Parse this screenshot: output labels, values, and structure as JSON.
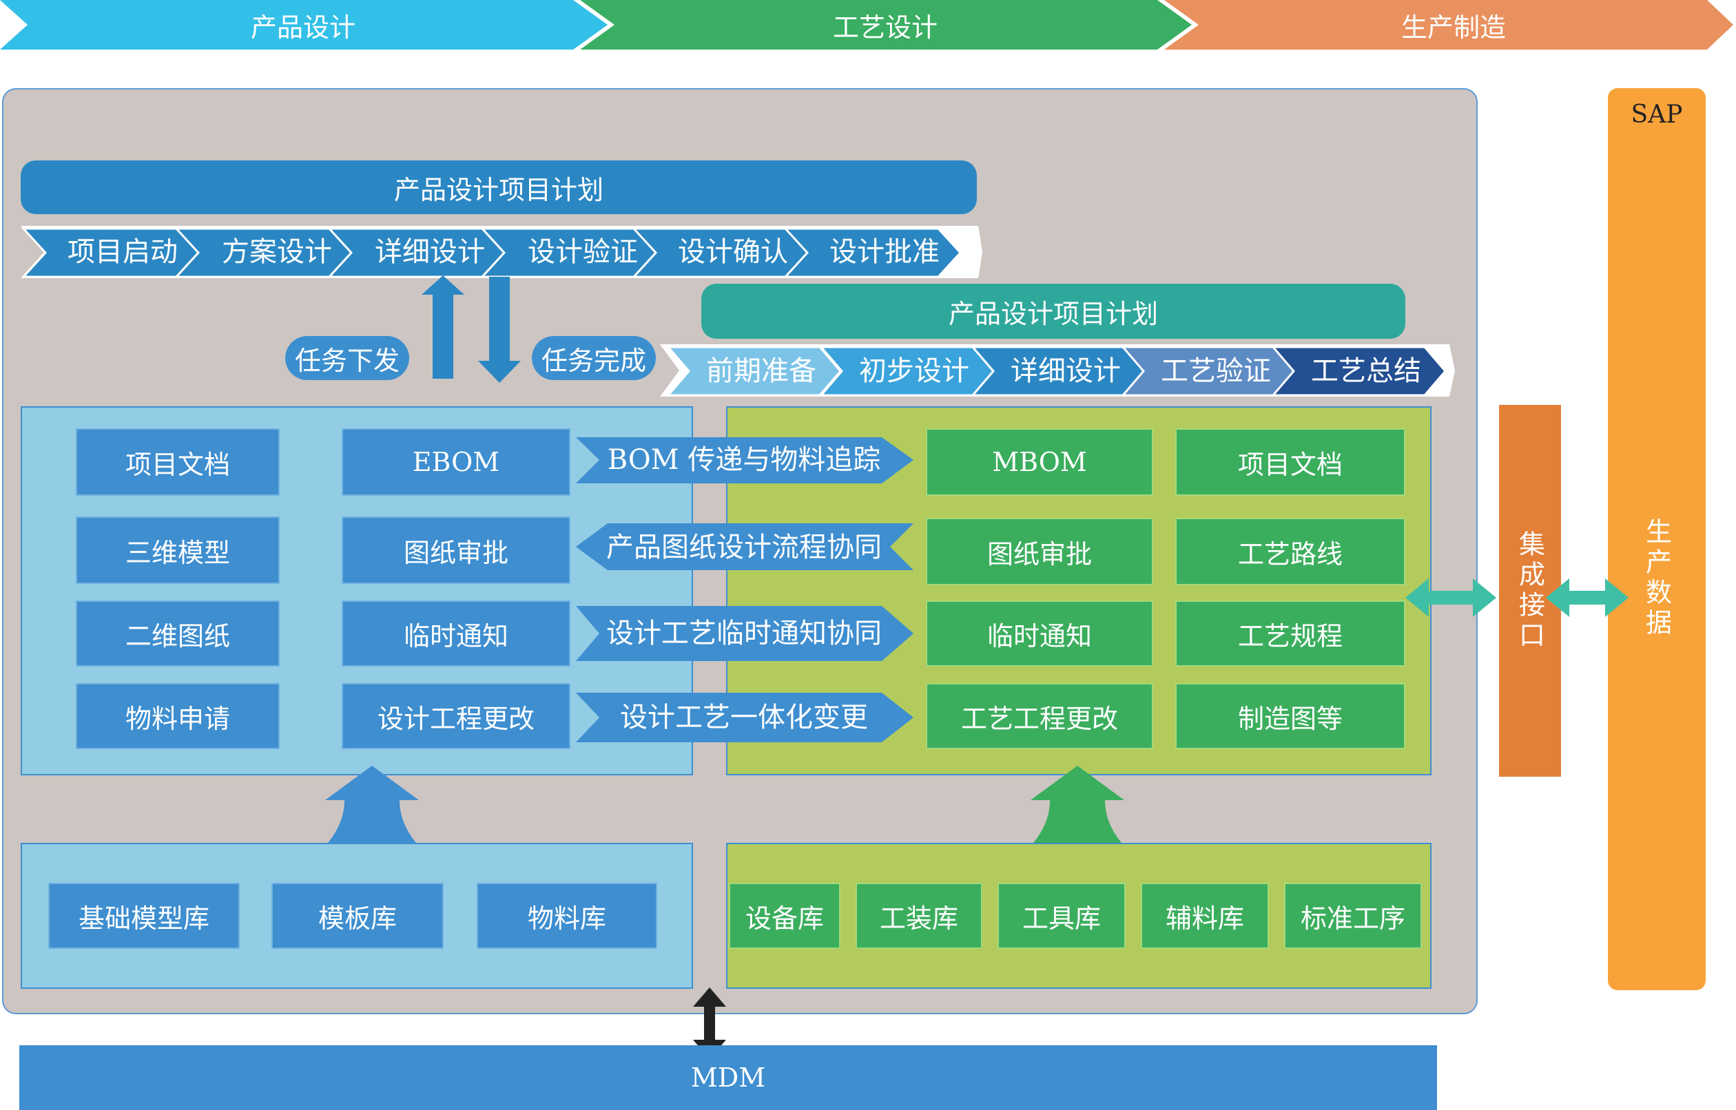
{
  "phases": [
    "产品设计",
    "工艺设计",
    "生产制造"
  ],
  "colors": {
    "phase1": "#33c0e8",
    "phase2": "#3aae62",
    "phase3": "#e9915f",
    "panel_bg": "#cdc5c2",
    "plan_blue": "#2b87c3",
    "plan_teal": "#2fa89c",
    "tile_blue": "#3e8ed0",
    "tile_green": "#3bae5e",
    "integration": "#e37f37",
    "sap": "#f7a33a",
    "mdm": "#3e8ed0",
    "arrow_teal": "#3fbfa5"
  },
  "design_plan": {
    "title": "产品设计项目计划",
    "steps": [
      "项目启动",
      "方案设计",
      "详细设计",
      "设计验证",
      "设计确认",
      "设计批准"
    ]
  },
  "process_plan": {
    "title": "产品设计项目计划",
    "steps": [
      "前期准备",
      "初步设计",
      "详细设计",
      "工艺验证",
      "工艺总结"
    ]
  },
  "task_issue": "任务下发",
  "task_done": "任务完成",
  "design_tiles": [
    [
      "项目文档",
      "EBOM"
    ],
    [
      "三维模型",
      "图纸审批"
    ],
    [
      "二维图纸",
      "临时通知"
    ],
    [
      "物料申请",
      "设计工程更改"
    ]
  ],
  "process_tiles": [
    [
      "MBOM",
      "项目文档"
    ],
    [
      "图纸审批",
      "工艺路线"
    ],
    [
      "临时通知",
      "工艺规程"
    ],
    [
      "工艺工程更改",
      "制造图等"
    ]
  ],
  "collab_arrows": [
    "BOM 传递与物料追踪",
    "产品图纸设计流程协同",
    "设计工艺临时通知协同",
    "设计工艺一体化变更"
  ],
  "design_libs": [
    "基础模型库",
    "模板库",
    "物料库"
  ],
  "process_libs": [
    "设备库",
    "工装库",
    "工具库",
    "辅料库",
    "标准工序"
  ],
  "integration": "集成接口",
  "sap_label": "SAP",
  "sap_data": "生产数据",
  "mdm": "MDM"
}
